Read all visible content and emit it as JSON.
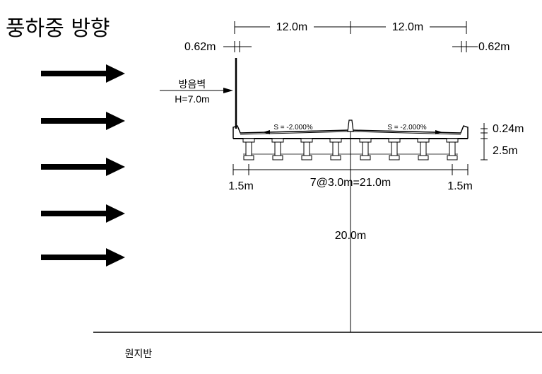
{
  "title": "풍하중 방향",
  "dimensions": {
    "half_width_left": "12.0m",
    "half_width_right": "12.0m",
    "overhang_left": "0.62m",
    "overhang_right": "0.62m",
    "barrier_thickness": "0.24m",
    "girder_depth": "2.5m",
    "edge_left": "1.5m",
    "edge_right": "1.5m",
    "girder_spacing": "7@3.0m=21.0m",
    "height_to_ground": "20.0m"
  },
  "noise_wall": {
    "label": "방음벽",
    "height": "H=7.0m"
  },
  "slope_left": "S = -2.000%",
  "slope_right": "S = -2.000%",
  "ground_label": "원지반",
  "wind_arrow_count": 5
}
